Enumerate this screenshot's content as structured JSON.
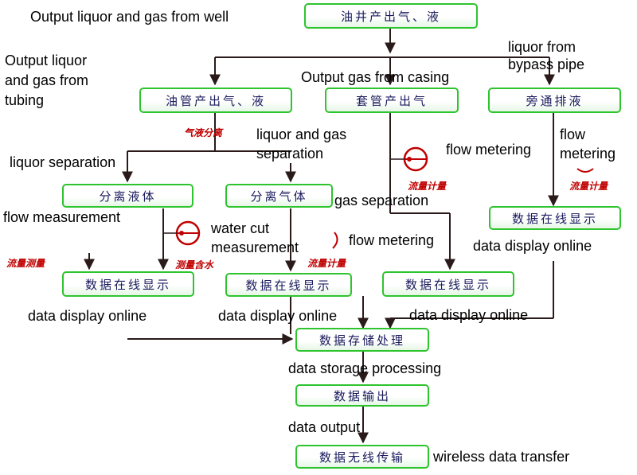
{
  "boxes": {
    "well": "油井产出气、液",
    "tubing": "油管产出气、液",
    "casing": "套管产出气",
    "bypass": "旁通排液",
    "sep_liquid": "分离液体",
    "sep_gas": "分离气体",
    "display_bypass": "数据在线显示",
    "display_liquid": "数据在线显示",
    "display_gas": "数据在线显示",
    "display_casing": "数据在线显示",
    "storage": "数据存储处理",
    "output": "数据输出",
    "wireless": "数据无线传输"
  },
  "labels": {
    "output_from_well": "Output liquor and gas from well",
    "output_from_tubing": "Output liquor\nand gas from\ntubing",
    "output_from_casing": "Output gas from casing",
    "liquor_from_bypass": "liquor from\nbypass pipe",
    "liquor_gas_separation": "liquor and gas\nseparation",
    "liquor_separation": "liquor separation",
    "flow_metering_casing": "flow metering",
    "flow_metering_bypass": "flow\nmetering",
    "gas_separation": "gas separation",
    "flow_measurement": "flow measurement",
    "water_cut": "water cut\nmeasurement",
    "flow_metering_gas": "flow metering",
    "display_online_bypass": "data display online",
    "display_online_liquid": "data display online",
    "display_online_gas": "data display online",
    "display_online_casing": "data display online",
    "storage_processing": "data storage processing",
    "data_output": "data output",
    "wireless_transfer": "wireless data transfer"
  },
  "red_labels": {
    "gas_liquid_sep": "气液分离",
    "flow_meter_casing": "流量计量",
    "flow_meter_bypass": "流量计量",
    "flow_measure_liquid": "流量测量",
    "water_cut_cn": "测量含水",
    "flow_meter_gas": "流量计量"
  },
  "colors": {
    "box_border": "#2ec42e",
    "box_text": "#1a1a5e",
    "red_text": "#c00000",
    "line": "#2a1a1a"
  }
}
